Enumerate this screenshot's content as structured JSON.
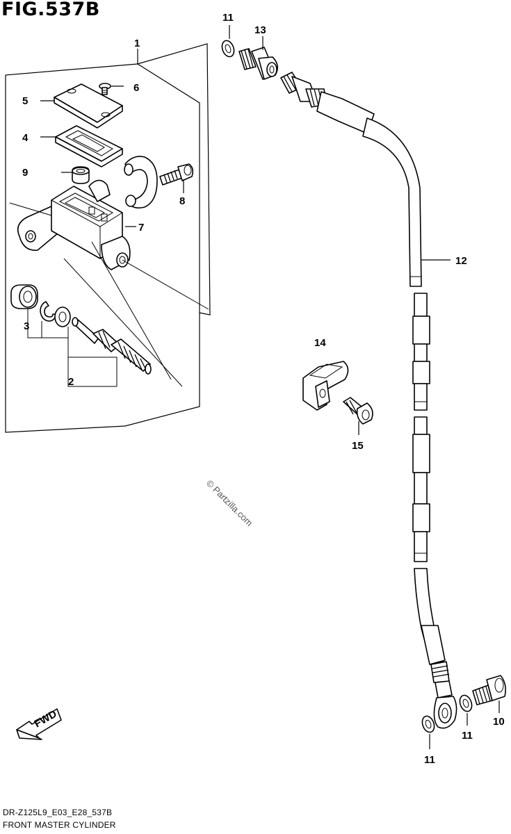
{
  "figure": {
    "title": "FIG.537B",
    "model_code": "DR-Z125L9_E03_E28_537B",
    "caption": "FRONT MASTER CYLINDER",
    "watermark": "© Partzilla.com",
    "fwd_label": "FWD"
  },
  "callouts": {
    "c1": "1",
    "c2": "2",
    "c3": "3",
    "c4": "4",
    "c5": "5",
    "c6": "6",
    "c7": "7",
    "c8": "8",
    "c9": "9",
    "c10": "10",
    "c11_top": "11",
    "c11_right": "11",
    "c11_bottom": "11",
    "c12": "12",
    "c13": "13",
    "c14": "14",
    "c15": "15"
  }
}
